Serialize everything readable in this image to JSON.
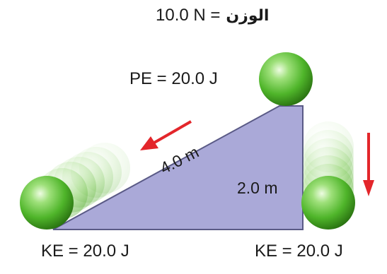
{
  "weight": {
    "label": "الوزن",
    "value": "10.0 N ="
  },
  "potential_energy": {
    "label": "PE = 20.0 J"
  },
  "kinetic_energy_left": {
    "label": "KE = 20.0 J"
  },
  "kinetic_energy_right": {
    "label": "KE = 20.0 J"
  },
  "ramp": {
    "slope_label": "4.0 m",
    "height_label": "2.0 m",
    "color": "#aaa9d8",
    "edge_color": "#5a5a86"
  },
  "ball": {
    "color": "#5fc23a",
    "dark": "#2e7a14",
    "light": "#d8f5c0"
  },
  "arrow_color": "#e3262b",
  "icons": {
    "slide_arrow": "arrow-down-left-icon",
    "drop_arrow": "arrow-down-icon"
  }
}
